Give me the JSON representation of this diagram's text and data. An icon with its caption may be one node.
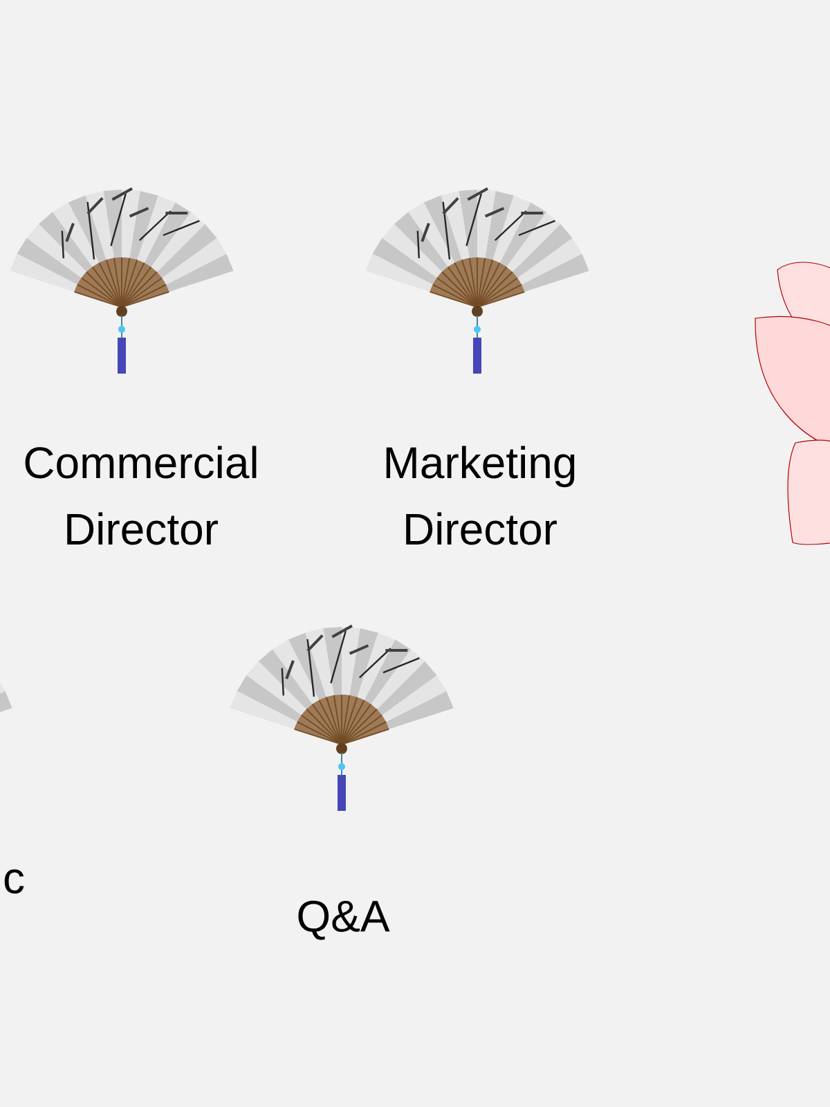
{
  "diagram": {
    "nodes": [
      {
        "text": [
          "Commercial Director"
        ]
      },
      {
        "text": [
          "Marketing Director"
        ]
      },
      {
        "text": [
          "c"
        ]
      },
      {
        "text": [
          "Q&A"
        ]
      }
    ]
  }
}
